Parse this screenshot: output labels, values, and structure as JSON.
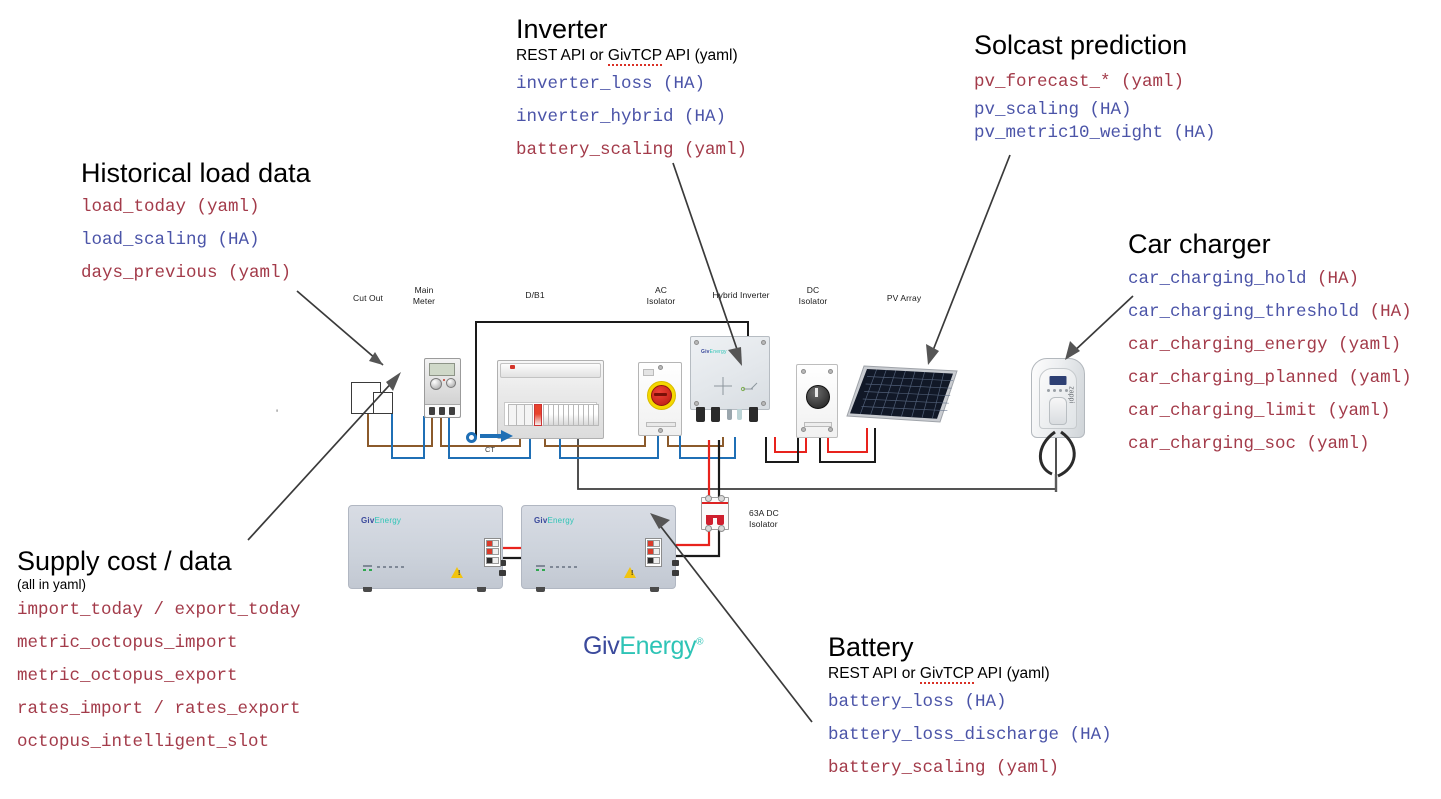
{
  "annotations": [
    {
      "id": "historical-load",
      "title": "Historical load data",
      "subtitle": "",
      "note": "",
      "items": [
        {
          "name": "load_today",
          "suffix": "(yaml)",
          "name_color": "yaml",
          "suffix_color": "yaml"
        },
        {
          "name": "load_scaling",
          "suffix": "(HA)",
          "name_color": "ha",
          "suffix_color": "ha"
        },
        {
          "name": "days_previous",
          "suffix": "(yaml)",
          "name_color": "yaml",
          "suffix_color": "yaml"
        }
      ]
    },
    {
      "id": "inverter",
      "title": "Inverter",
      "subtitle_pre": "REST API or ",
      "subtitle_spell": "GivTCP",
      "subtitle_post": " API (yaml)",
      "items": [
        {
          "name": "inverter_loss",
          "suffix": "(HA)",
          "name_color": "ha",
          "suffix_color": "ha"
        },
        {
          "name": "inverter_hybrid",
          "suffix": "(HA)",
          "name_color": "ha",
          "suffix_color": "ha"
        },
        {
          "name": "battery_scaling",
          "suffix": "(yaml)",
          "name_color": "yaml",
          "suffix_color": "yaml"
        }
      ]
    },
    {
      "id": "solcast",
      "title": "Solcast prediction",
      "items": [
        {
          "name": "pv_forecast_*",
          "suffix": "(yaml)",
          "name_color": "yaml",
          "suffix_color": "yaml"
        },
        {
          "name": "pv_scaling",
          "suffix": "(HA)",
          "name_color": "ha",
          "suffix_color": "ha"
        },
        {
          "name": "pv_metric10_weight",
          "suffix": "(HA)",
          "name_color": "ha",
          "suffix_color": "ha"
        }
      ]
    },
    {
      "id": "car-charger",
      "title": "Car charger",
      "items": [
        {
          "name": "car_charging_hold",
          "suffix": "(HA)",
          "name_color": "ha",
          "suffix_color": "yaml"
        },
        {
          "name": "car_charging_threshold",
          "suffix": "(HA)",
          "name_color": "ha",
          "suffix_color": "yaml"
        },
        {
          "name": "car_charging_energy",
          "suffix": "(yaml)",
          "name_color": "yaml",
          "suffix_color": "yaml"
        },
        {
          "name": "car_charging_planned",
          "suffix": "(yaml)",
          "name_color": "yaml",
          "suffix_color": "yaml"
        },
        {
          "name": "car_charging_limit",
          "suffix": "(yaml)",
          "name_color": "yaml",
          "suffix_color": "yaml"
        },
        {
          "name": "car_charging_soc",
          "suffix": "(yaml)",
          "name_color": "yaml",
          "suffix_color": "yaml"
        }
      ]
    },
    {
      "id": "supply-cost",
      "title": "Supply cost / data",
      "note": "(all in yaml)",
      "items": [
        {
          "name": "import_today / export_today",
          "suffix": "",
          "name_color": "yaml",
          "suffix_color": "yaml"
        },
        {
          "name": "metric_octopus_import",
          "suffix": "",
          "name_color": "yaml",
          "suffix_color": "yaml"
        },
        {
          "name": "metric_octopus_export",
          "suffix": "",
          "name_color": "yaml",
          "suffix_color": "yaml"
        },
        {
          "name": "rates_import / rates_export",
          "suffix": "",
          "name_color": "yaml",
          "suffix_color": "yaml"
        },
        {
          "name": "octopus_intelligent_slot",
          "suffix": "",
          "name_color": "yaml",
          "suffix_color": "yaml"
        }
      ]
    },
    {
      "id": "battery",
      "title": "Battery",
      "subtitle_pre": "REST API or ",
      "subtitle_spell": "GivTCP",
      "subtitle_post": " API (yaml)",
      "items": [
        {
          "name": "battery_loss",
          "suffix": "(HA)",
          "name_color": "ha",
          "suffix_color": "ha"
        },
        {
          "name": "battery_loss_discharge",
          "suffix": "(HA)",
          "name_color": "ha",
          "suffix_color": "ha"
        },
        {
          "name": "battery_scaling",
          "suffix": "(yaml)",
          "name_color": "yaml",
          "suffix_color": "yaml"
        }
      ]
    }
  ],
  "schematic": {
    "component_labels": [
      {
        "id": "cut-out",
        "text": "Cut Out"
      },
      {
        "id": "main-meter",
        "text": "Main\nMeter"
      },
      {
        "id": "db1",
        "text": "D/B1"
      },
      {
        "id": "ac-isolator",
        "text": "AC\nIsolator"
      },
      {
        "id": "hybrid-inverter",
        "text": "Hybrid Inverter"
      },
      {
        "id": "dc-isolator",
        "text": "DC\nIsolator"
      },
      {
        "id": "pv-array",
        "text": "PV Array"
      },
      {
        "id": "dc-isolator-63a",
        "text": "63A DC\nIsolator"
      }
    ],
    "ct_label": "CT",
    "battery_logo": {
      "giv": "Giv",
      "energy": "Energy"
    },
    "inverter_logo": {
      "giv": "Giv",
      "energy": "Energy"
    },
    "footer_logo": {
      "giv": "Giv",
      "energy": "Energy",
      "mark": "®"
    },
    "charger_brand": "zappi"
  },
  "colors": {
    "yaml_red": "#a33b4a",
    "ha_blue": "#4b54a8",
    "wire_brown": "#8b5a2b",
    "wire_blue": "#1f6fb5",
    "wire_red": "#e8231d",
    "wire_black": "#1a1a1a",
    "givenergy_navy": "#3b4a9c",
    "givenergy_teal": "#2ec4b6",
    "arrow_grey": "#555555"
  }
}
